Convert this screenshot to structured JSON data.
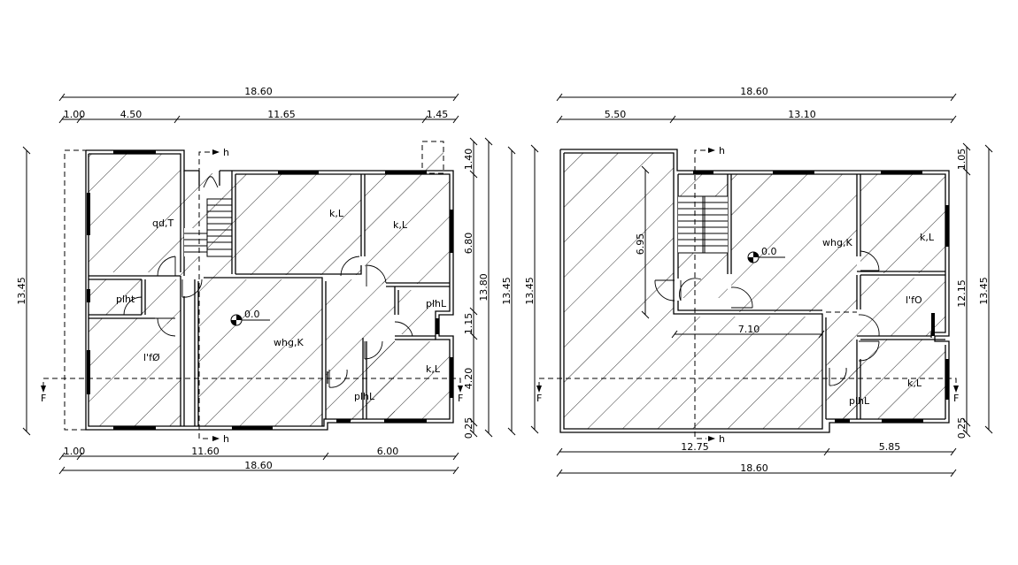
{
  "plan_left": {
    "dims_top": {
      "overall": "18.60",
      "segments": [
        "1.00",
        "4.50",
        "11.65",
        "1.45"
      ]
    },
    "dims_bottom": {
      "overall": "18.60",
      "segments": [
        "1.00",
        "11.60",
        "6.00"
      ]
    },
    "dims_left": {
      "overall": "13.45"
    },
    "dims_right": {
      "segments": [
        "1.40",
        "6.80",
        "1.15",
        "4.20",
        "0.25"
      ],
      "sub_total": "13.80",
      "overall": "13.45"
    },
    "rooms": [
      "qd,T",
      "k,L",
      "k,L",
      "plht",
      "plhL",
      "l'fØ",
      "whg,K",
      "plhL",
      "k,L"
    ],
    "elevation": "0.0",
    "section_markers": {
      "h_top": "h",
      "h_bottom": "h",
      "f_left": "F",
      "f_right": "F"
    }
  },
  "plan_right": {
    "dims_top": {
      "overall": "18.60",
      "segments": [
        "5.50",
        "13.10"
      ]
    },
    "dims_bottom": {
      "overall": "18.60",
      "segments": [
        "12.75",
        "5.85"
      ]
    },
    "dims_left": {
      "overall": "13.45"
    },
    "dims_right": {
      "segments": [
        "1.05",
        "12.15",
        "0.25"
      ],
      "overall": "13.45"
    },
    "inner_dims": [
      "6.95",
      "7.10"
    ],
    "rooms": [
      "whg,K",
      "k,L",
      "l'fO",
      "k,L",
      "plhL"
    ],
    "elevation": "0.0",
    "section_markers": {
      "h_top": "h",
      "h_bottom": "h",
      "f_left": "F",
      "f_right": "F"
    }
  }
}
